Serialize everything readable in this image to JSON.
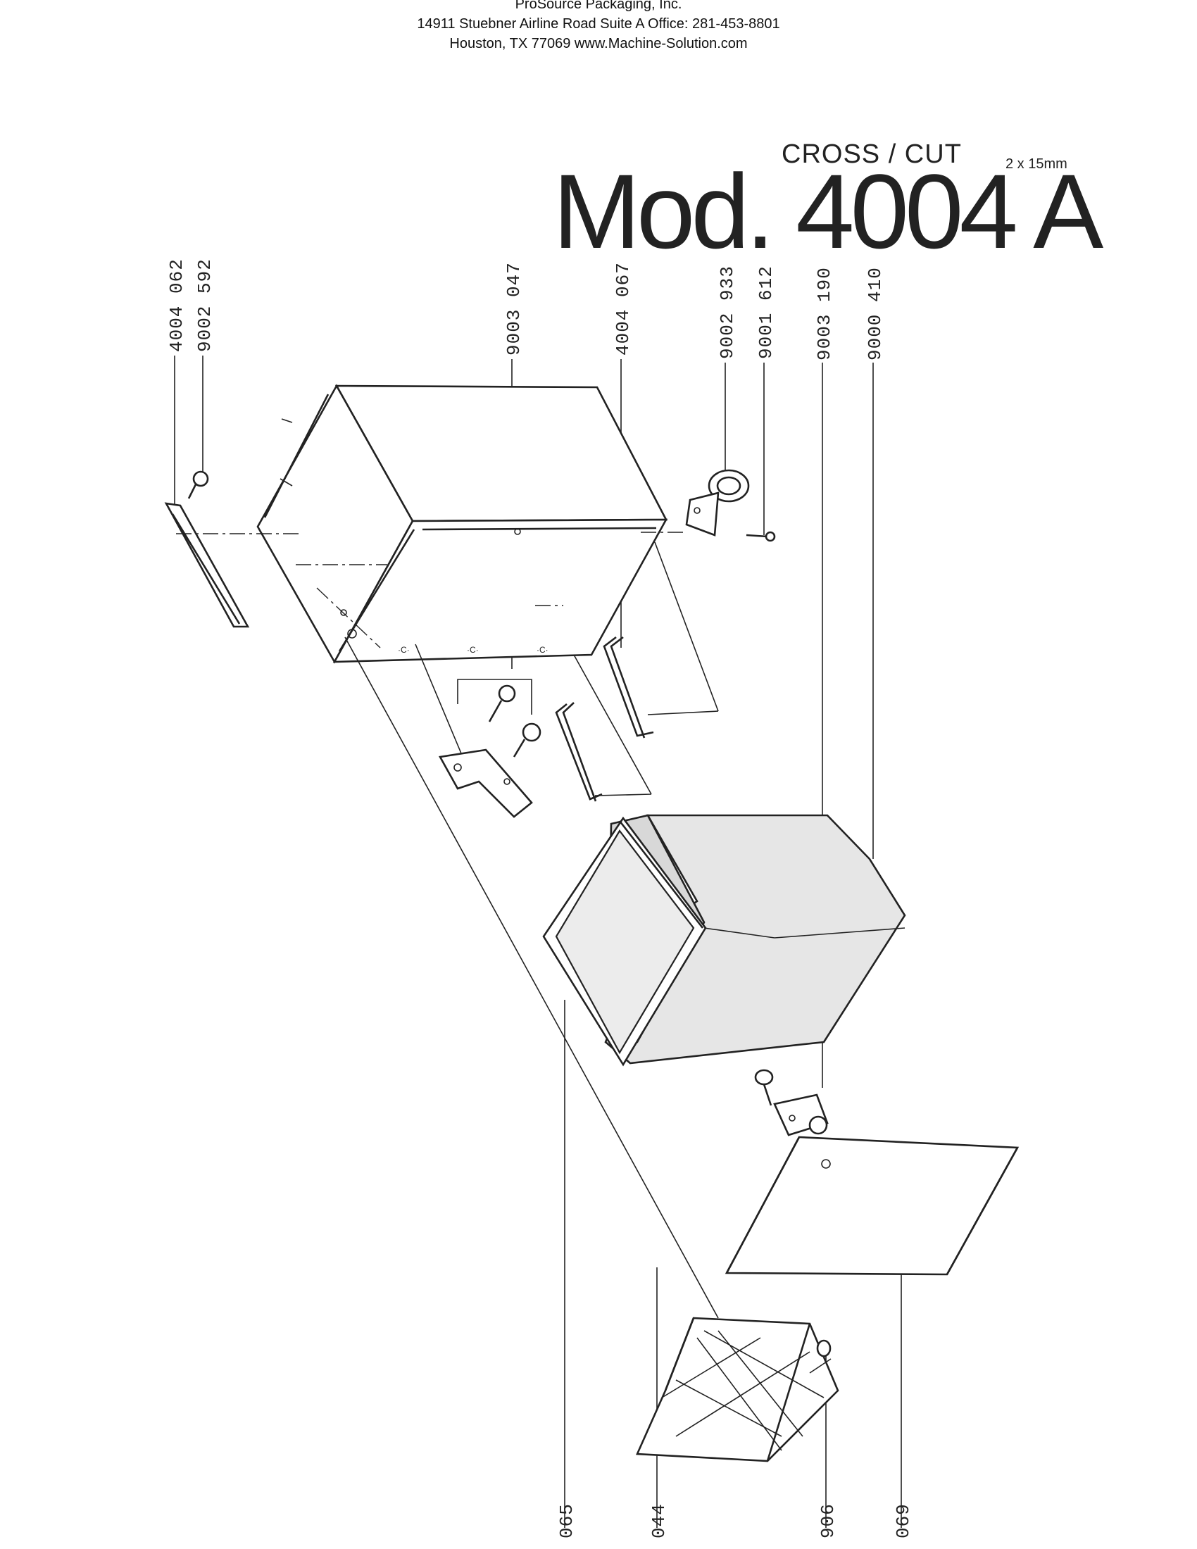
{
  "header": {
    "company": "ProSource Packaging, Inc.",
    "address_line": "14911 Stuebner Airline Road Suite A   Office: 281-453-8801",
    "city_line": "Houston, TX 77069     www.Machine-Solution.com"
  },
  "title": {
    "cut_type": "CROSS / CUT",
    "cut_size": "2 x 15mm",
    "model": "Mod. 4004 A"
  },
  "part_numbers_top": [
    "4004 062",
    "9002 592",
    "9003 047",
    "4004 067",
    "9002 933",
    "9001 612",
    "9003 190",
    "9000 410"
  ],
  "part_numbers_bottom": [
    "065",
    "044",
    "906",
    "069"
  ]
}
